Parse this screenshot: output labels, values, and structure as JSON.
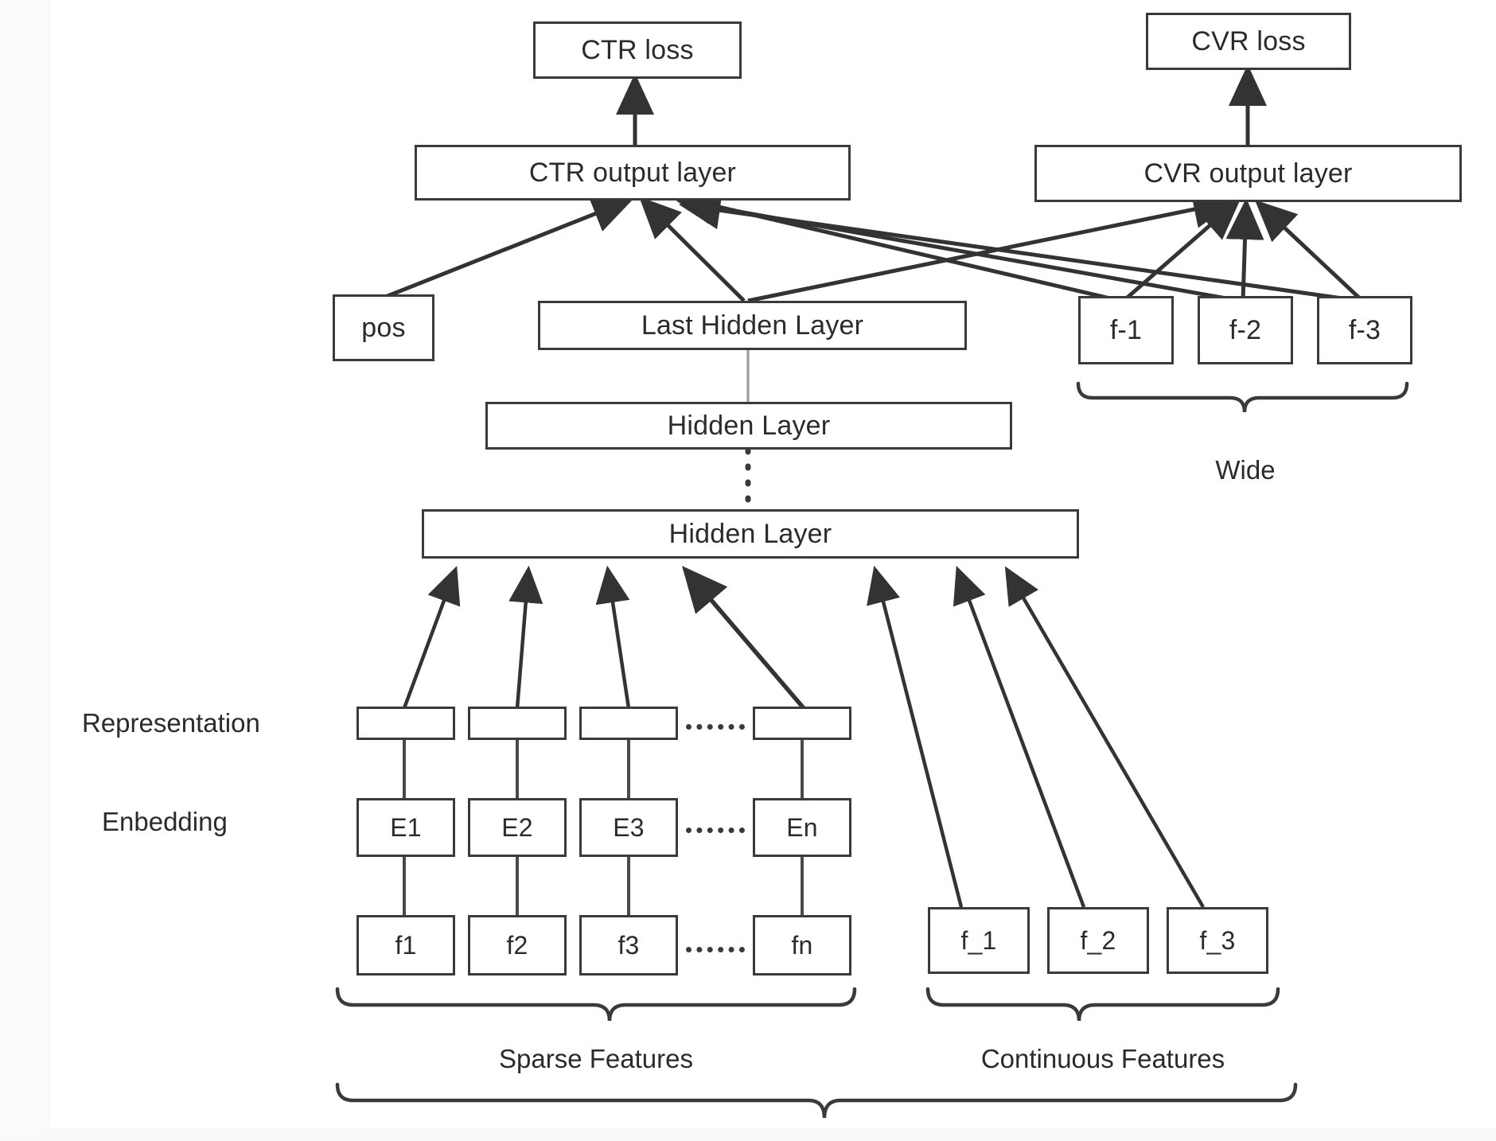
{
  "diagram": {
    "title_present": false,
    "colors": {
      "stroke": "#3a3a3a",
      "text": "#2b2b2b",
      "background": "#ffffff",
      "connector": "#333333",
      "soft_connector": "#7a7a7a"
    },
    "nodes": {
      "ctr_loss": "CTR loss",
      "cvr_loss": "CVR loss",
      "ctr_output_layer": "CTR output layer",
      "cvr_output_layer": "CVR output layer",
      "pos": "pos",
      "last_hidden_layer": "Last Hidden Layer",
      "hidden_layer_upper": "Hidden Layer",
      "hidden_layer_lower": "Hidden Layer",
      "wide_features": [
        "f-1",
        "f-2",
        "f-3"
      ],
      "representation_boxes": [
        "",
        "",
        "",
        ""
      ],
      "embedding_boxes": [
        "E1",
        "E2",
        "E3",
        "En"
      ],
      "sparse_feature_boxes": [
        "f1",
        "f2",
        "f3",
        "fn"
      ],
      "continuous_feature_boxes": [
        "f_1",
        "f_2",
        "f_3"
      ]
    },
    "row_labels": {
      "representation": "Representation",
      "embedding": "Enbedding"
    },
    "group_labels": {
      "wide": "Wide",
      "sparse_features": "Sparse Features",
      "continuous_features": "Continuous Features",
      "all_features": ""
    },
    "ellipsis": {
      "representation_row": "······",
      "embedding_row": "······",
      "sparse_row": "······",
      "between_hidden_layers": "vertical dotted"
    }
  }
}
